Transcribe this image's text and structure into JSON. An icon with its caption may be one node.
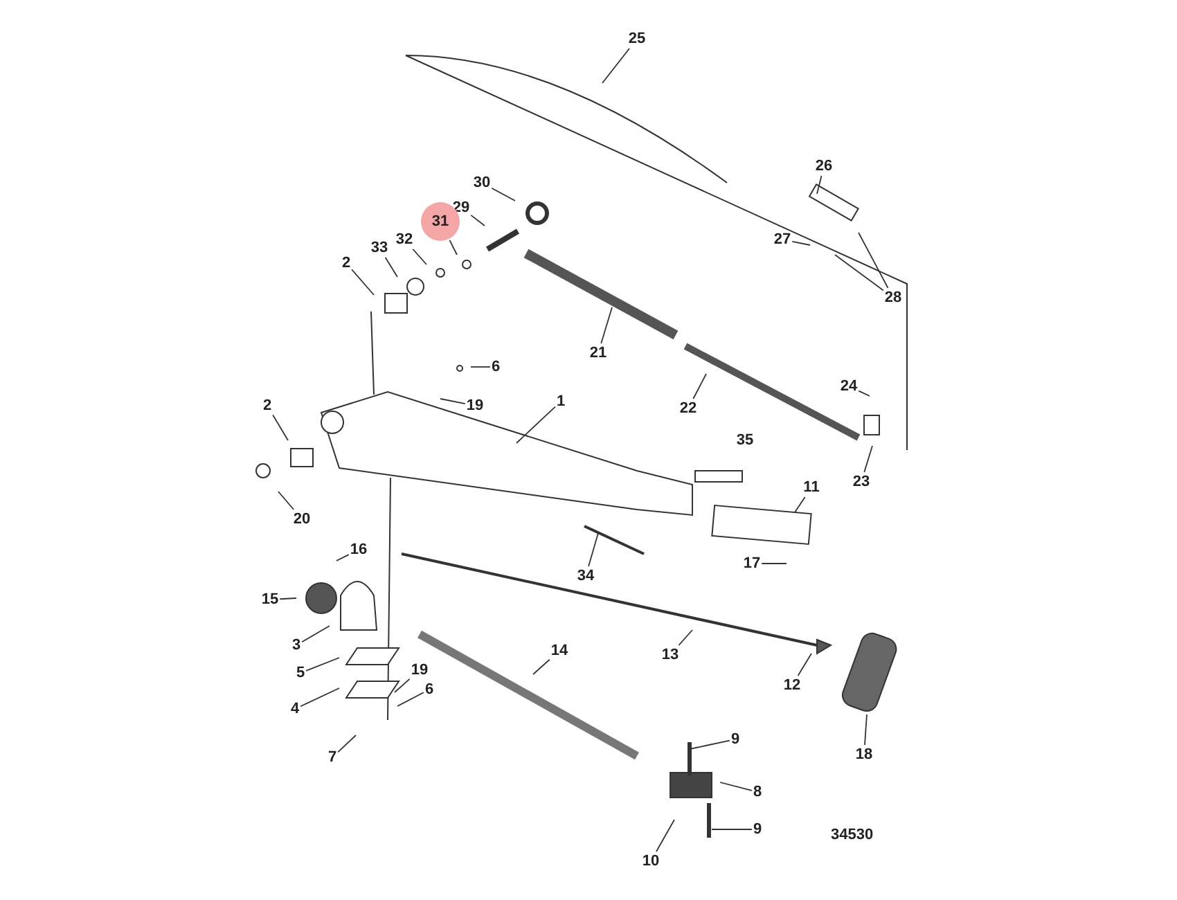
{
  "diagram": {
    "nodes": [
      {
        "text": [
          "25"
        ]
      },
      {
        "text": [
          "26"
        ]
      },
      {
        "text": [
          "27"
        ]
      },
      {
        "text": [
          "28"
        ]
      },
      {
        "text": [
          "30"
        ]
      },
      {
        "text": [
          "29"
        ]
      },
      {
        "text": [
          "31"
        ]
      },
      {
        "text": [
          "32"
        ]
      },
      {
        "text": [
          "33"
        ]
      },
      {
        "text": [
          "2"
        ]
      },
      {
        "text": [
          "21"
        ]
      },
      {
        "text": [
          "6"
        ]
      },
      {
        "text": [
          "19"
        ]
      },
      {
        "text": [
          "1"
        ]
      },
      {
        "text": [
          "22"
        ]
      },
      {
        "text": [
          "24"
        ]
      },
      {
        "text": [
          "2"
        ]
      },
      {
        "text": [
          "35"
        ]
      },
      {
        "text": [
          "23"
        ]
      },
      {
        "text": [
          "11"
        ]
      },
      {
        "text": [
          "20"
        ]
      },
      {
        "text": [
          "16"
        ]
      },
      {
        "text": [
          "34"
        ]
      },
      {
        "text": [
          "17"
        ]
      },
      {
        "text": [
          "15"
        ]
      },
      {
        "text": [
          "3"
        ]
      },
      {
        "text": [
          "13"
        ]
      },
      {
        "text": [
          "12"
        ]
      },
      {
        "text": [
          "5"
        ]
      },
      {
        "text": [
          "19"
        ]
      },
      {
        "text": [
          "14"
        ]
      },
      {
        "text": [
          "4"
        ]
      },
      {
        "text": [
          "6"
        ]
      },
      {
        "text": [
          "18"
        ]
      },
      {
        "text": [
          "7"
        ]
      },
      {
        "text": [
          "9"
        ]
      },
      {
        "text": [
          "8"
        ]
      },
      {
        "text": [
          "9"
        ]
      },
      {
        "text": [
          "10"
        ]
      }
    ],
    "edges": [
      {
        "from": 0,
        "to": null,
        "arrow": "none"
      },
      {
        "from": 1,
        "to": null,
        "arrow": "none"
      },
      {
        "from": 2,
        "to": null,
        "arrow": "none"
      },
      {
        "from": 3,
        "to": null,
        "arrow": "none"
      },
      {
        "from": 3,
        "to": null,
        "arrow": "none"
      },
      {
        "from": 4,
        "to": null,
        "arrow": "none"
      },
      {
        "from": 5,
        "to": null,
        "arrow": "none"
      },
      {
        "from": 6,
        "to": null,
        "arrow": "none"
      },
      {
        "from": 7,
        "to": null,
        "arrow": "none"
      },
      {
        "from": 8,
        "to": null,
        "arrow": "none"
      },
      {
        "from": 9,
        "to": null,
        "arrow": "none"
      },
      {
        "from": 10,
        "to": null,
        "arrow": "none"
      },
      {
        "from": 11,
        "to": null,
        "arrow": "none"
      },
      {
        "from": 12,
        "to": null,
        "arrow": "none"
      },
      {
        "from": 13,
        "to": null,
        "arrow": "none"
      },
      {
        "from": 14,
        "to": null,
        "arrow": "none"
      },
      {
        "from": 15,
        "to": null,
        "arrow": "none"
      },
      {
        "from": 16,
        "to": null,
        "arrow": "none"
      },
      {
        "from": 18,
        "to": null,
        "arrow": "none"
      },
      {
        "from": 19,
        "to": null,
        "arrow": "none"
      },
      {
        "from": 20,
        "to": null,
        "arrow": "none"
      },
      {
        "from": 21,
        "to": null,
        "arrow": "none"
      },
      {
        "from": 22,
        "to": null,
        "arrow": "none"
      },
      {
        "from": 23,
        "to": null,
        "arrow": "none"
      },
      {
        "from": 24,
        "to": null,
        "arrow": "none"
      },
      {
        "from": 25,
        "to": null,
        "arrow": "none"
      },
      {
        "from": 26,
        "to": null,
        "arrow": "none"
      },
      {
        "from": 27,
        "to": null,
        "arrow": "none"
      },
      {
        "from": 28,
        "to": null,
        "arrow": "none"
      },
      {
        "from": 29,
        "to": null,
        "arrow": "none"
      },
      {
        "from": 30,
        "to": null,
        "arrow": "none"
      },
      {
        "from": 31,
        "to": null,
        "arrow": "none"
      },
      {
        "from": 32,
        "to": null,
        "arrow": "none"
      },
      {
        "from": 33,
        "to": null,
        "arrow": "none"
      },
      {
        "from": 34,
        "to": null,
        "arrow": "none"
      },
      {
        "from": 35,
        "to": null,
        "arrow": "none"
      },
      {
        "from": 36,
        "to": null,
        "arrow": "none"
      },
      {
        "from": 37,
        "to": null,
        "arrow": "none"
      },
      {
        "from": 38,
        "to": null,
        "arrow": "none"
      }
    ],
    "labels": [
      "34530"
    ]
  }
}
